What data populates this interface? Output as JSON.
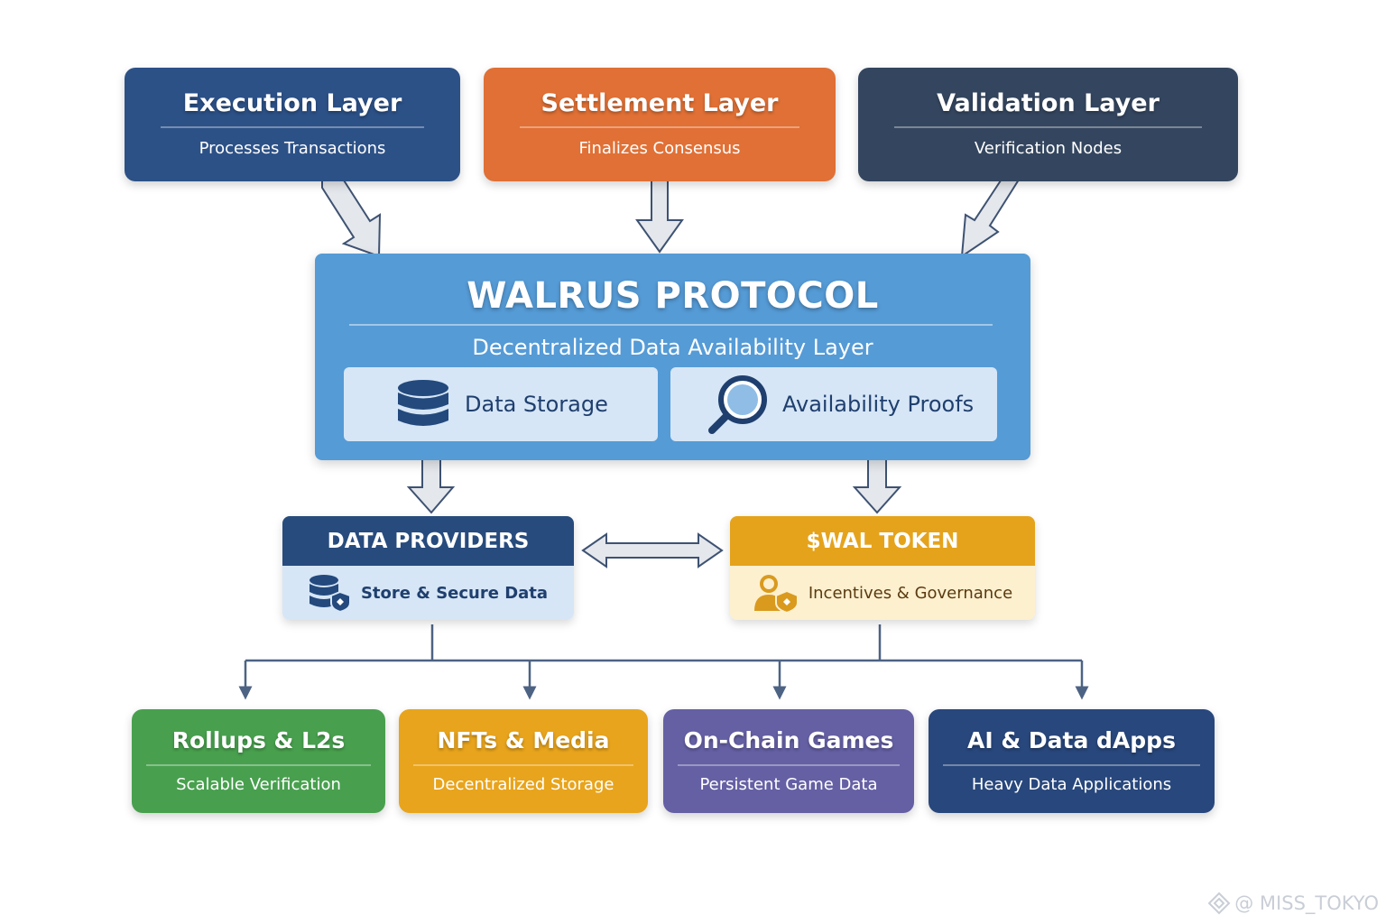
{
  "top_layers": [
    {
      "title": "Execution Layer",
      "subtitle": "Processes Transactions",
      "color": "#2c5187"
    },
    {
      "title": "Settlement Layer",
      "subtitle": "Finalizes Consensus",
      "color": "#e07035"
    },
    {
      "title": "Validation Layer",
      "subtitle": "Verification Nodes",
      "color": "#34465f"
    }
  ],
  "protocol": {
    "title": "WALRUS PROTOCOL",
    "subtitle": "Decentralized Data Availability Layer",
    "color": "#559bd6",
    "components": [
      {
        "label": "Data Storage",
        "icon": "database-icon"
      },
      {
        "label": "Availability Proofs",
        "icon": "magnifier-icon"
      }
    ]
  },
  "middle": [
    {
      "title": "DATA PROVIDERS",
      "detail": "Store & Secure Data",
      "icon": "database-shield-icon",
      "head_color": "#274b7d",
      "body_color": "#d6e6f6",
      "text_color": "#1f3f6e"
    },
    {
      "title": "$WAL TOKEN",
      "detail": "Incentives & Governance",
      "icon": "user-shield-icon",
      "head_color": "#e5a31c",
      "body_color": "#fdf0cf",
      "text_color": "#5a3a10"
    }
  ],
  "use_cases": [
    {
      "title": "Rollups & L2s",
      "subtitle": "Scalable Verification",
      "color": "#48a04e"
    },
    {
      "title": "NFTs & Media",
      "subtitle": "Decentralized Storage",
      "color": "#e8a41c"
    },
    {
      "title": "On-Chain Games",
      "subtitle": "Persistent Game Data",
      "color": "#6560a4"
    },
    {
      "title": "AI & Data dApps",
      "subtitle": "Heavy Data Applications",
      "color": "#28477c"
    }
  ],
  "watermark": "@ MISS_TOKYO"
}
